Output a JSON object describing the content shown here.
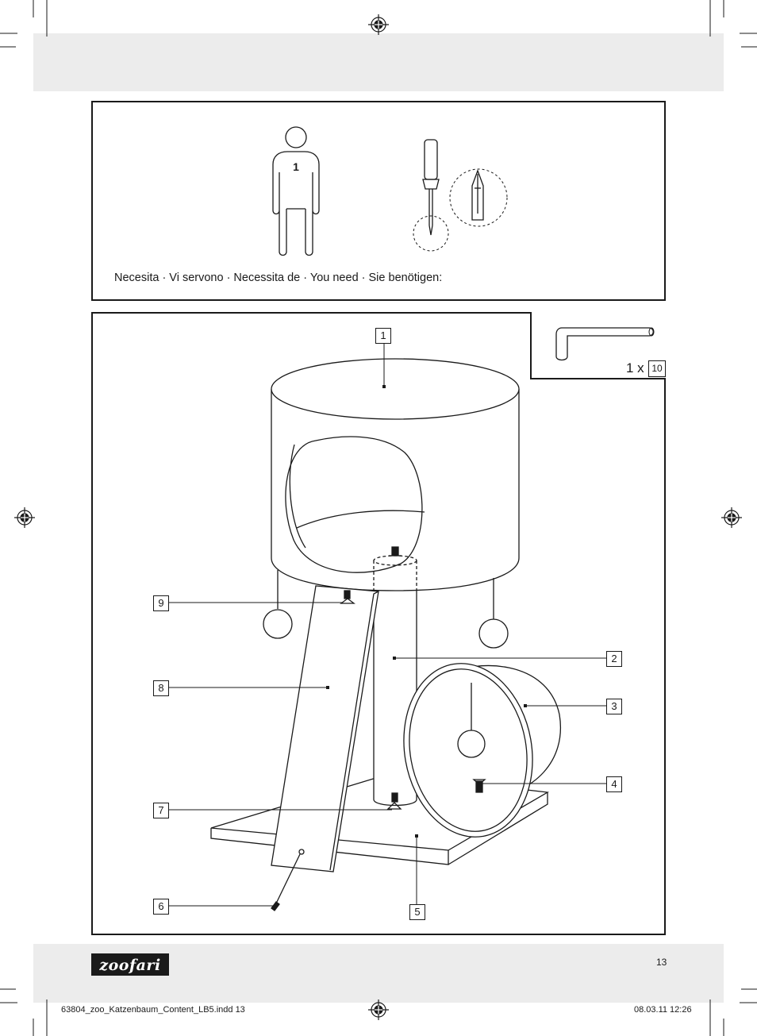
{
  "requirements": {
    "persons_count": "1",
    "text": "Necesita · Vi servono · Necessita de · You need · Sie benötigen:"
  },
  "supplied_tool": {
    "quantity": "1 x",
    "part_number": "10"
  },
  "parts": {
    "p1": "1",
    "p2": "2",
    "p3": "3",
    "p4": "4",
    "p5": "5",
    "p6": "6",
    "p7": "7",
    "p8": "8",
    "p9": "9"
  },
  "footer": {
    "brand": "zoofari",
    "page_number": "13",
    "file_name": "63804_zoo_Katzenbaum_Content_LB5.indd   13",
    "date_time": "08.03.11   12:26"
  },
  "icons": [
    "registration-mark-icon",
    "crop-mark-icon",
    "person-icon",
    "screwdriver-icon",
    "phillips-bit-icon",
    "hex-key-icon"
  ]
}
